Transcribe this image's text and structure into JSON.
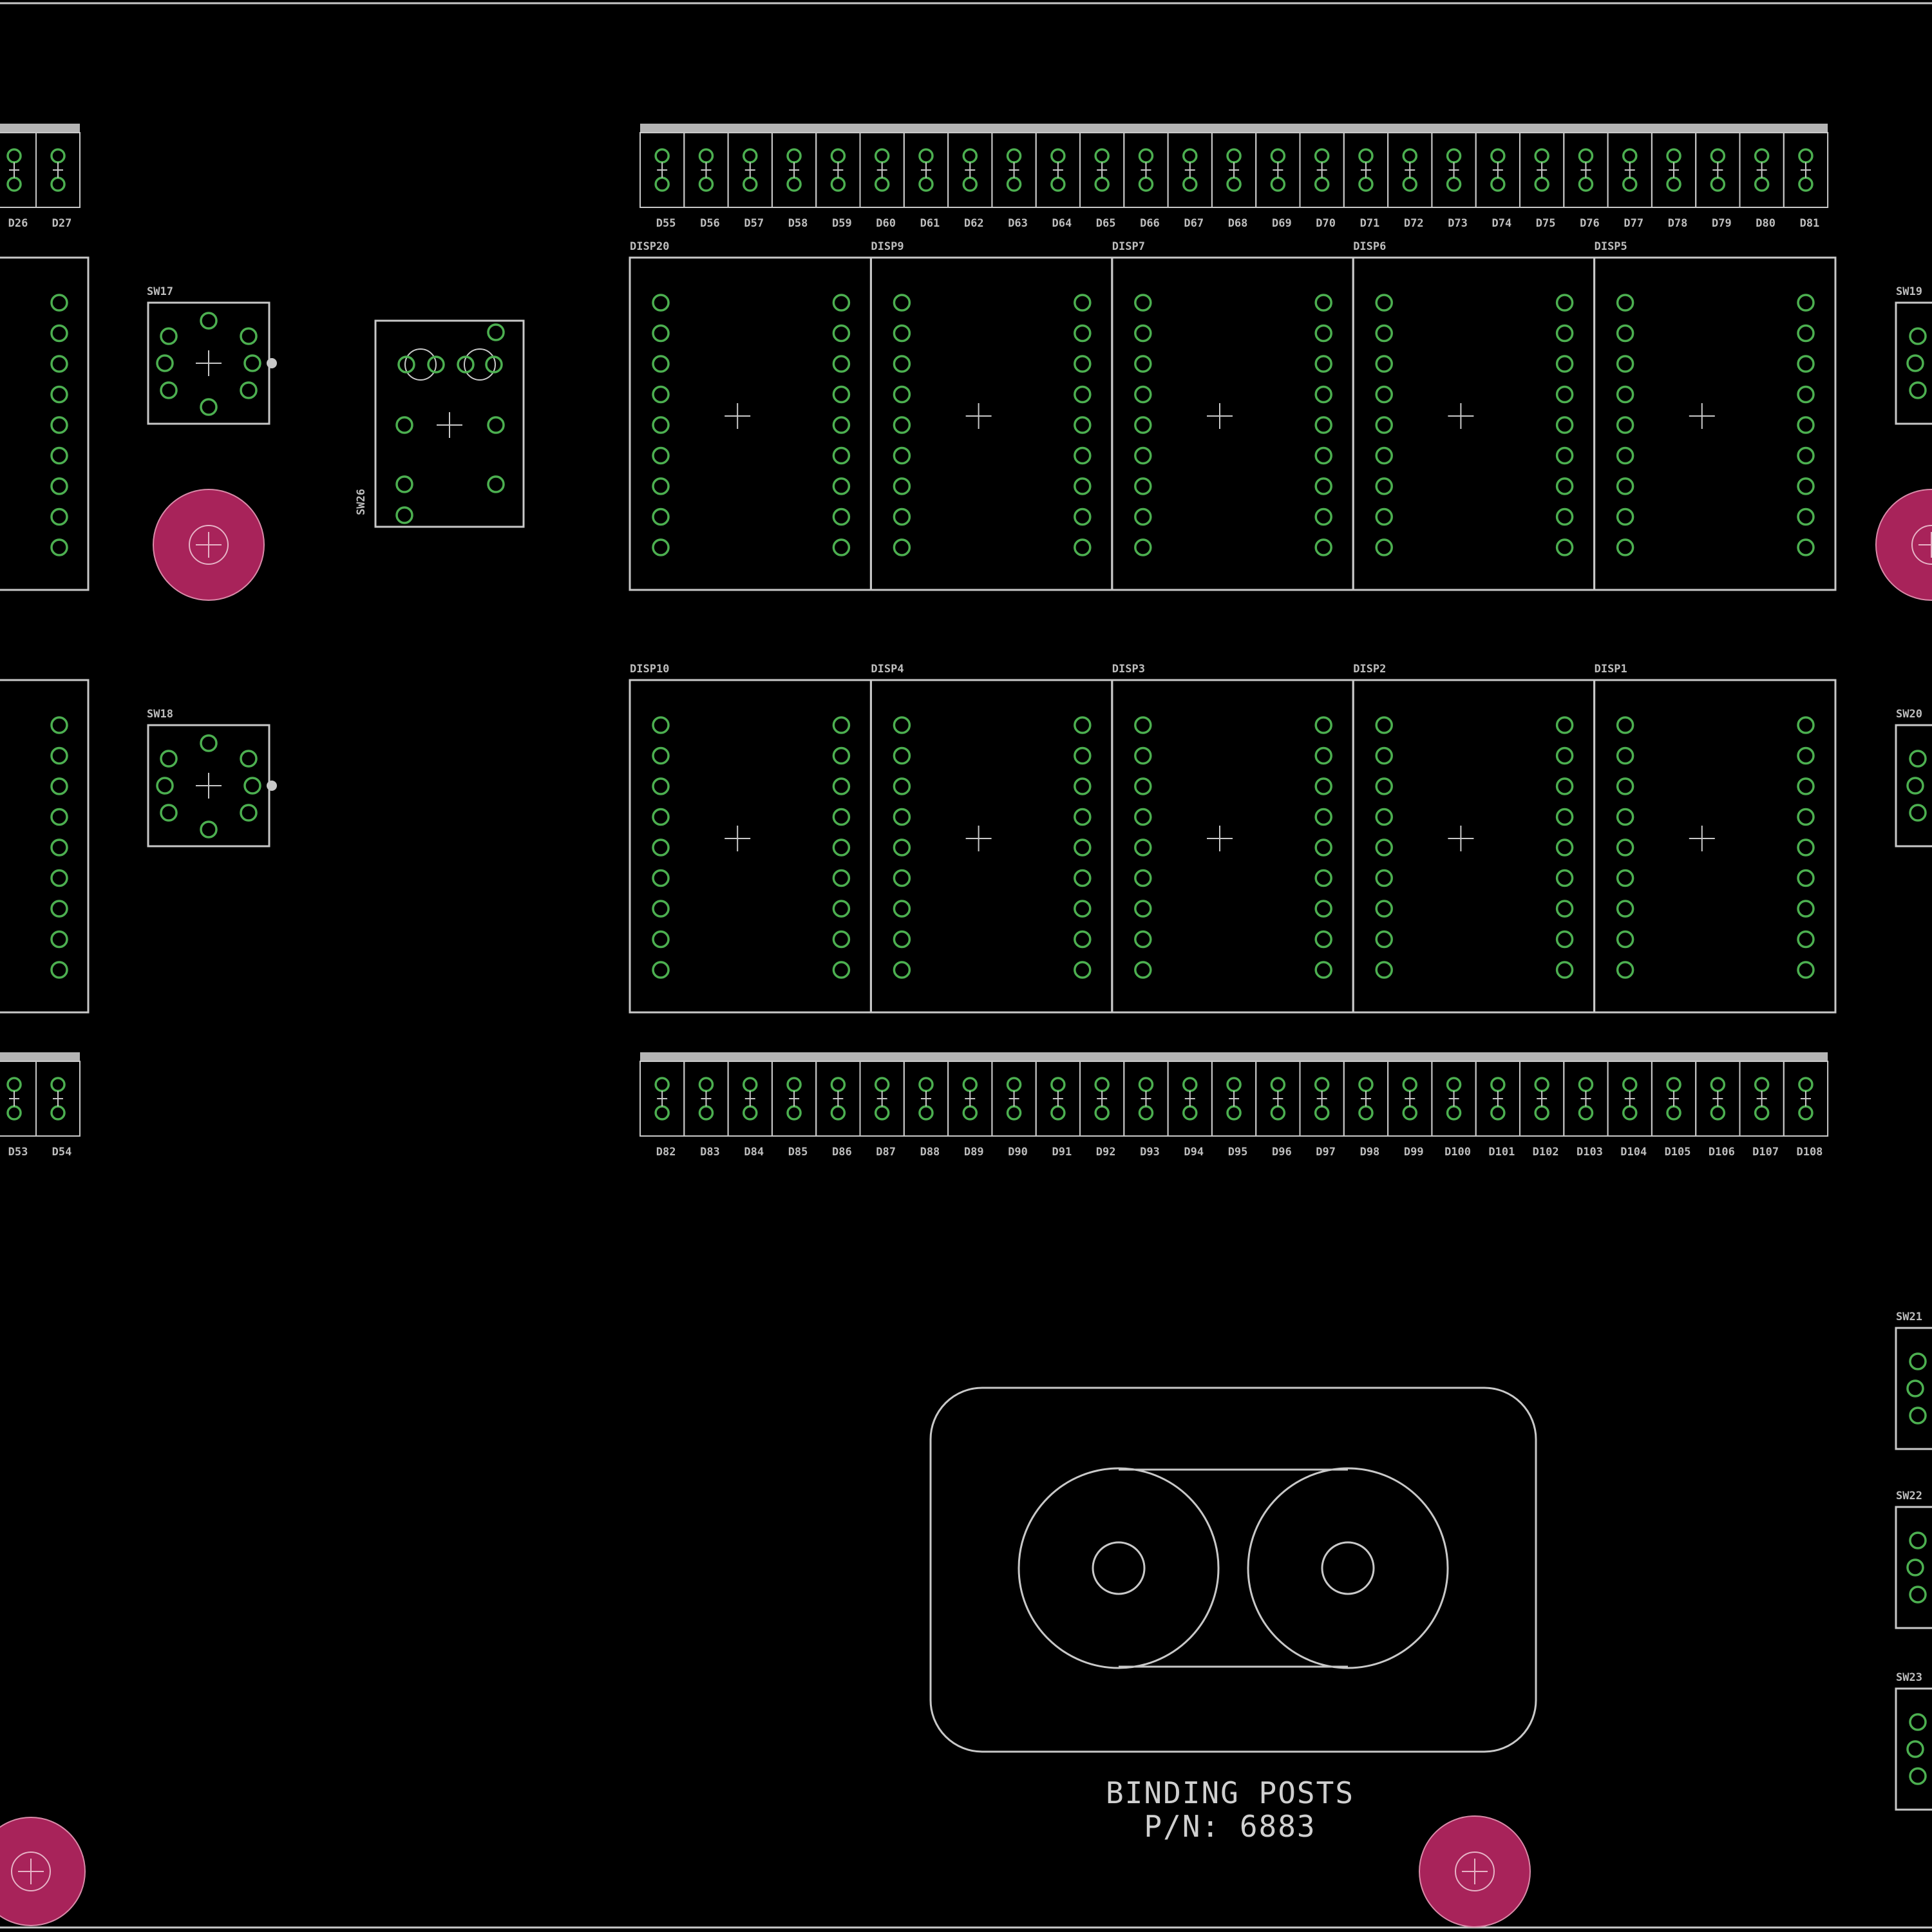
{
  "board": {
    "background": "#000000",
    "silkscreen_color": "#c8c8c8",
    "pad_color": "#4caf50",
    "mounting_hole_color": "#a8235a"
  },
  "binding_posts": {
    "title": "BINDING POSTS",
    "part_number": "P/N: 6883"
  },
  "top_led_labels": [
    "D55",
    "D56",
    "D57",
    "D58",
    "D59",
    "D60",
    "D61",
    "D62",
    "D63",
    "D64",
    "D65",
    "D66",
    "D67",
    "D68",
    "D69",
    "D70",
    "D71",
    "D72",
    "D73",
    "D74",
    "D75",
    "D76",
    "D77",
    "D78",
    "D79",
    "D80",
    "D81"
  ],
  "bottom_led_labels": [
    "D82",
    "D83",
    "D84",
    "D85",
    "D86",
    "D87",
    "D88",
    "D89",
    "D90",
    "D91",
    "D92",
    "D93",
    "D94",
    "D95",
    "D96",
    "D97",
    "D98",
    "D99",
    "D100",
    "D101",
    "D102",
    "D103",
    "D104",
    "D105",
    "D106",
    "D107",
    "D108"
  ],
  "left_top_led_labels": [
    "D26",
    "D27"
  ],
  "left_bottom_led_labels": [
    "D53",
    "D54"
  ],
  "display_row_1": [
    "DISP20",
    "DISP9",
    "DISP7",
    "DISP6",
    "DISP5"
  ],
  "display_row_2": [
    "DISP10",
    "DISP4",
    "DISP3",
    "DISP2",
    "DISP1"
  ],
  "switch_labels": {
    "sw17": "SW17",
    "sw18": "SW18",
    "sw26": "SW26",
    "right": [
      "SW19",
      "SW20",
      "SW21",
      "SW22",
      "SW23"
    ]
  }
}
